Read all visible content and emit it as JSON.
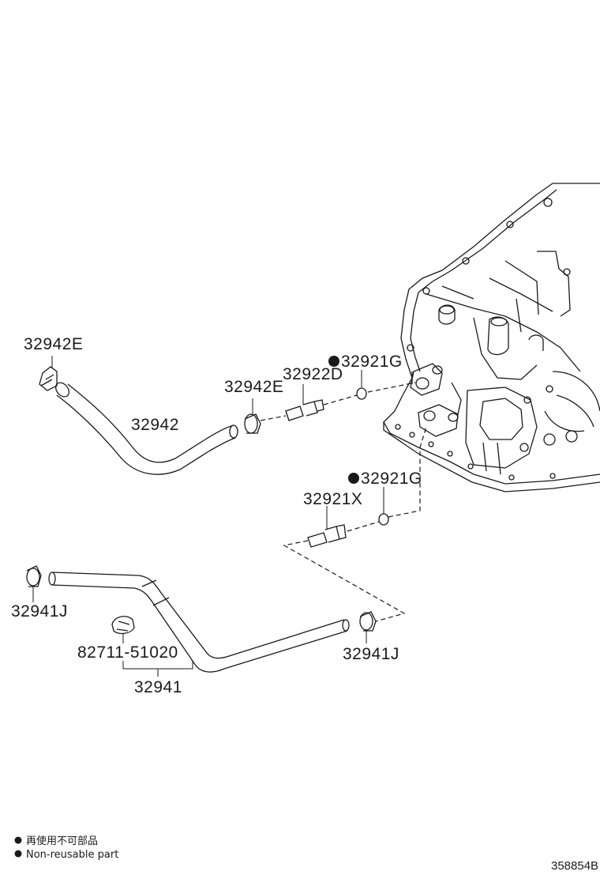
{
  "labels": {
    "hose_upper_clip_left": "32942E",
    "hose_upper": "32942",
    "hose_upper_clip_right": "32942E",
    "union_upper": "32922D",
    "gasket_upper": "32921G",
    "gasket_lower": "32921G",
    "union_lower": "32921X",
    "hose_lower_clip_left": "32941J",
    "hose_lower_clamp": "82711-51020",
    "hose_lower": "32941",
    "hose_lower_clip_right": "32941J"
  },
  "legend": {
    "line_jp": "再使用不可部品",
    "line_en": "Non-reusable part"
  },
  "drawing_id": "358854B"
}
